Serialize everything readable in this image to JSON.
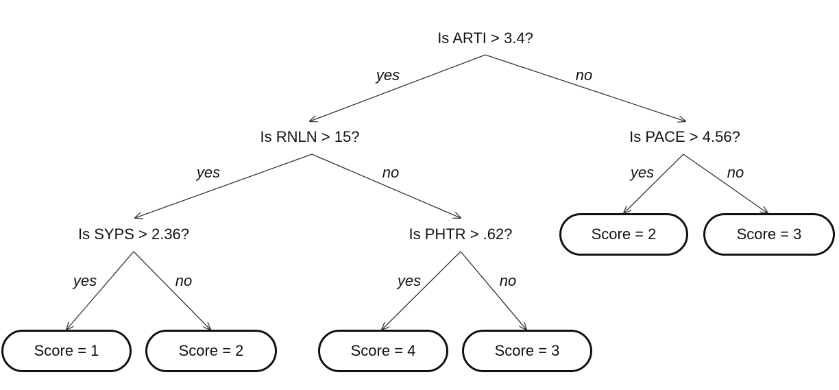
{
  "nodes": {
    "root": {
      "question": "Is ARTI > 3.4?"
    },
    "rnln": {
      "question": "Is RNLN > 15?"
    },
    "pace": {
      "question": "Is PACE > 4.56?"
    },
    "syps": {
      "question": "Is SYPS > 2.36?"
    },
    "phtr": {
      "question": "Is PHTR > .62?"
    }
  },
  "leaves": {
    "syps_yes": "Score = 1",
    "syps_no": "Score = 2",
    "phtr_yes": "Score = 4",
    "phtr_no": "Score = 3",
    "pace_yes": "Score = 2",
    "pace_no": "Score = 3"
  },
  "edge_labels": {
    "yes": "yes",
    "no": "no"
  }
}
